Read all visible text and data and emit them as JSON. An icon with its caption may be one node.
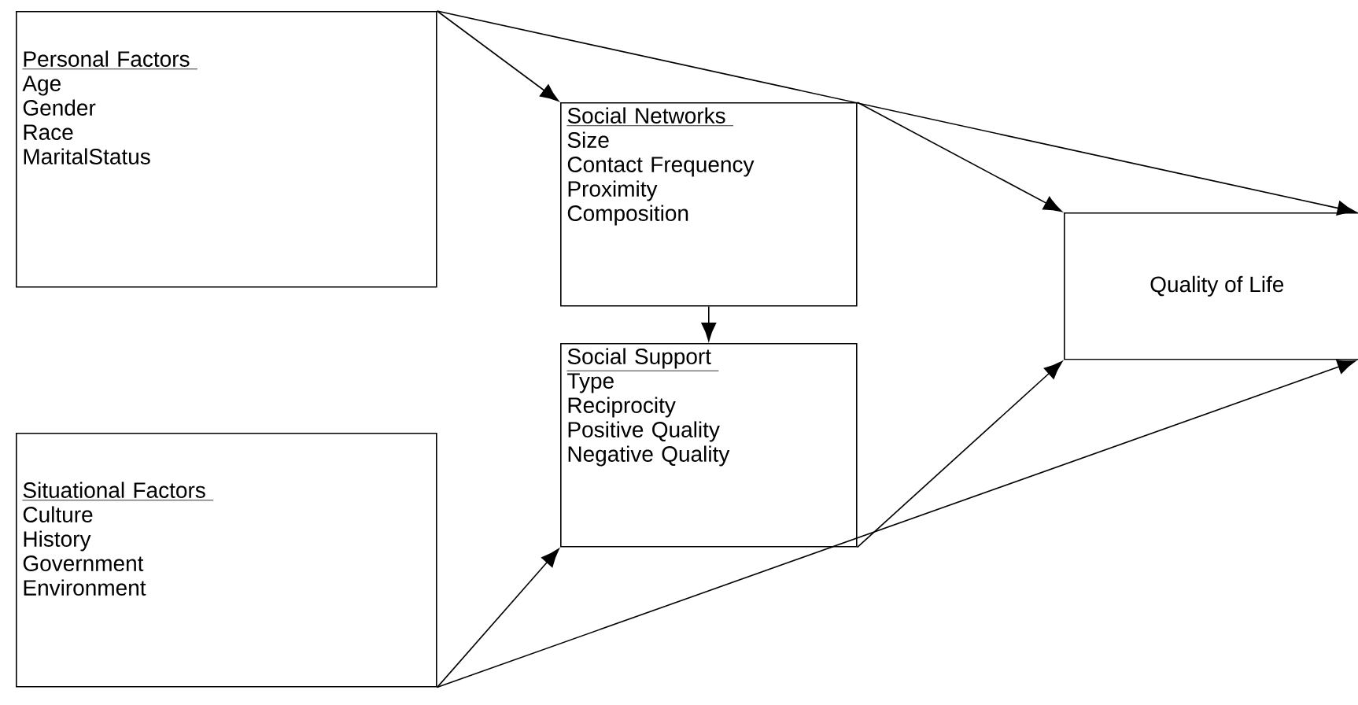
{
  "diagram": {
    "nodes": [
      {
        "text": [
          "Personal Factors",
          "Age",
          "Gender",
          "Race",
          "MaritalStatus"
        ]
      },
      {
        "text": [
          "Social Networks",
          "Size",
          "Contact Frequency",
          "Proximity",
          "Composition"
        ]
      },
      {
        "text": [
          "Social Support",
          "Type",
          "Reciprocity",
          "Positive Quality",
          "Negative Quality"
        ]
      },
      {
        "text": [
          "Quality of Life"
        ]
      },
      {
        "text": [
          "Situational Factors",
          "Culture",
          "History",
          "Government",
          "Environment"
        ]
      }
    ],
    "edges": [
      {
        "from": 0,
        "to": 1,
        "arrow": "to"
      },
      {
        "from": 0,
        "to": 3,
        "arrow": "to"
      },
      {
        "from": 1,
        "to": 3,
        "arrow": "to"
      },
      {
        "from": 1,
        "to": 2,
        "arrow": "to"
      },
      {
        "from": 2,
        "to": 3,
        "arrow": "to"
      },
      {
        "from": 4,
        "to": 2,
        "arrow": "to"
      },
      {
        "from": 4,
        "to": 3,
        "arrow": "to"
      }
    ]
  }
}
